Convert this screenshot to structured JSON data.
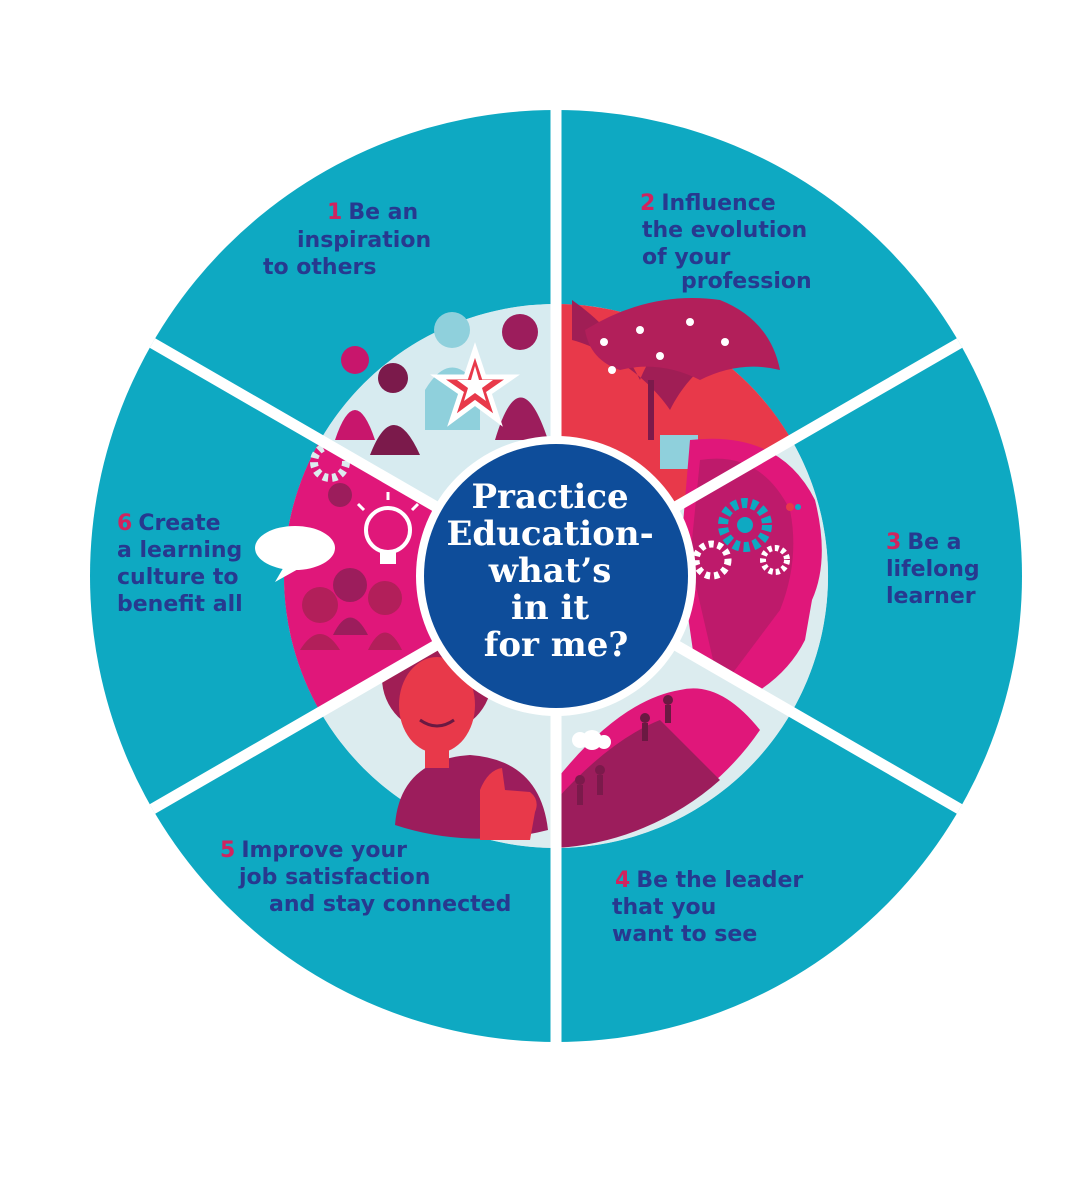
{
  "center": {
    "lines": [
      "Practice",
      "Education-",
      "what’s",
      "in it",
      "for me?"
    ]
  },
  "segments": [
    {
      "number": "1",
      "lines": [
        "Be an",
        "inspiration",
        "to others"
      ],
      "icon": "star-award-team-icon"
    },
    {
      "number": "2",
      "lines": [
        "Influence",
        "the evolution",
        "of your",
        "profession"
      ],
      "icon": "growing-plant-icon"
    },
    {
      "number": "3",
      "lines": [
        "Be a",
        "lifelong",
        "learner"
      ],
      "icon": "head-gears-icon"
    },
    {
      "number": "4",
      "lines": [
        "Be the leader",
        "that you",
        "want to see"
      ],
      "icon": "climbers-helping-icon"
    },
    {
      "number": "5",
      "lines": [
        "Improve your",
        "job satisfaction",
        "and stay connected"
      ],
      "icon": "thumbs-up-person-icon"
    },
    {
      "number": "6",
      "lines": [
        "Create",
        "a learning",
        "culture to",
        "benefit all"
      ],
      "icon": "lightbulb-group-icon"
    }
  ],
  "colors": {
    "ring": "#0ea9c2",
    "center": "#0e4d9a",
    "number": "#d0245f",
    "label": "#27398f",
    "divider": "#ffffff",
    "inner_bg": "#dcecef",
    "magenta": "#e0177a",
    "plum": "#9c1d5c",
    "coral": "#e8394a"
  }
}
